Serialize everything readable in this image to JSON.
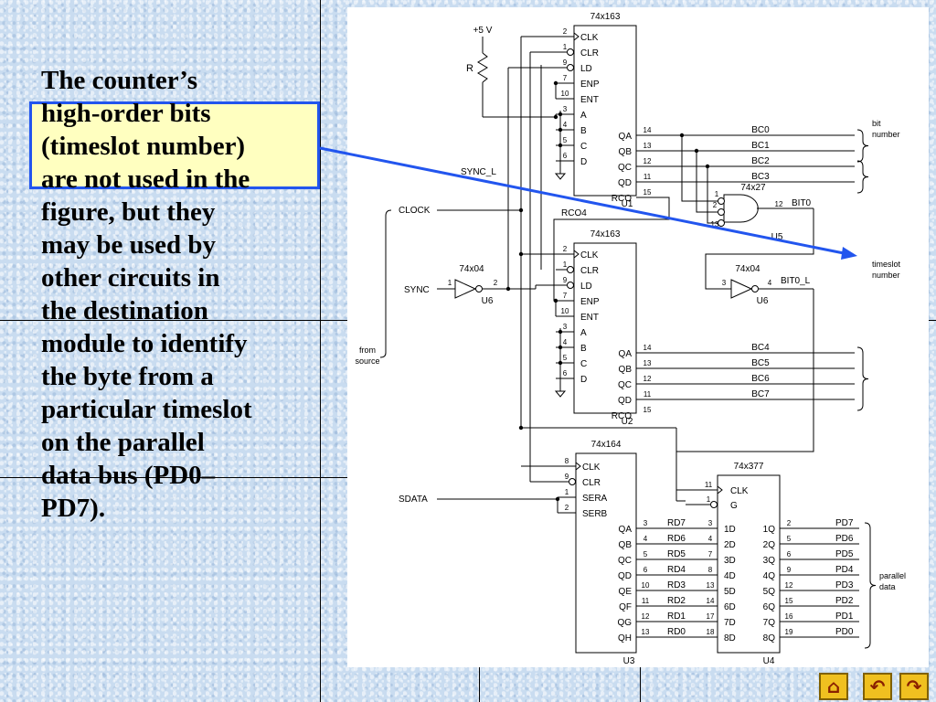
{
  "slide": {
    "text_lines": [
      "The counter’s",
      "high-order bits",
      "(timeslot number)",
      "are not used in the",
      "figure, but they",
      "may be used by",
      "other circuits in",
      "the destination",
      "module to identify",
      "the byte from a",
      "particular timeslot",
      "on the parallel",
      "data bus (PD0–",
      "PD7)."
    ]
  },
  "diagram": {
    "labels": {
      "vcc": "+5 V",
      "resistor": "R",
      "sync_l": "SYNC_L",
      "clock": "CLOCK",
      "sync": "SYNC",
      "sdata": "SDATA",
      "rco4": "RCO4",
      "bit0": "BIT0",
      "bit0_l": "BIT0_L",
      "from_source": [
        "from",
        "source"
      ],
      "bit_number": [
        "bit",
        "number"
      ],
      "timeslot_number": [
        "timeslot",
        "number"
      ],
      "parallel_data": [
        "parallel",
        "data"
      ]
    },
    "u1": {
      "part": "74x163",
      "ref": "U1",
      "inputs": [
        {
          "pin": "2",
          "name": "CLK"
        },
        {
          "pin": "1",
          "name": "CLR"
        },
        {
          "pin": "9",
          "name": "LD"
        },
        {
          "pin": "7",
          "name": "ENP"
        },
        {
          "pin": "10",
          "name": "ENT"
        },
        {
          "pin": "3",
          "name": "A"
        },
        {
          "pin": "4",
          "name": "B"
        },
        {
          "pin": "5",
          "name": "C"
        },
        {
          "pin": "6",
          "name": "D"
        }
      ],
      "outputs": [
        {
          "pin": "14",
          "name": "QA",
          "net": "BC0"
        },
        {
          "pin": "13",
          "name": "QB",
          "net": "BC1"
        },
        {
          "pin": "12",
          "name": "QC",
          "net": "BC2"
        },
        {
          "pin": "11",
          "name": "QD",
          "net": "BC3"
        },
        {
          "pin": "15",
          "name": "RCO",
          "net": ""
        }
      ]
    },
    "u2": {
      "part": "74x163",
      "ref": "U2",
      "inputs": [
        {
          "pin": "2",
          "name": "CLK"
        },
        {
          "pin": "1",
          "name": "CLR"
        },
        {
          "pin": "9",
          "name": "LD"
        },
        {
          "pin": "7",
          "name": "ENP"
        },
        {
          "pin": "10",
          "name": "ENT"
        },
        {
          "pin": "3",
          "name": "A"
        },
        {
          "pin": "4",
          "name": "B"
        },
        {
          "pin": "5",
          "name": "C"
        },
        {
          "pin": "6",
          "name": "D"
        }
      ],
      "outputs": [
        {
          "pin": "14",
          "name": "QA",
          "net": "BC4"
        },
        {
          "pin": "13",
          "name": "QB",
          "net": "BC5"
        },
        {
          "pin": "12",
          "name": "QC",
          "net": "BC6"
        },
        {
          "pin": "11",
          "name": "QD",
          "net": "BC7"
        },
        {
          "pin": "15",
          "name": "RCO",
          "net": ""
        }
      ]
    },
    "u3": {
      "part": "74x164",
      "ref": "U3",
      "inputs": [
        {
          "pin": "8",
          "name": "CLK"
        },
        {
          "pin": "9",
          "name": "CLR"
        },
        {
          "pin": "1",
          "name": "SERA"
        },
        {
          "pin": "2",
          "name": "SERB"
        }
      ],
      "outputs": [
        {
          "pin": "3",
          "name": "QA",
          "net": "RD7"
        },
        {
          "pin": "4",
          "name": "QB",
          "net": "RD6"
        },
        {
          "pin": "5",
          "name": "QC",
          "net": "RD5"
        },
        {
          "pin": "6",
          "name": "QD",
          "net": "RD4"
        },
        {
          "pin": "10",
          "name": "QE",
          "net": "RD3"
        },
        {
          "pin": "11",
          "name": "QF",
          "net": "RD2"
        },
        {
          "pin": "12",
          "name": "QG",
          "net": "RD1"
        },
        {
          "pin": "13",
          "name": "QH",
          "net": "RD0"
        }
      ]
    },
    "u4": {
      "part": "74x377",
      "ref": "U4",
      "ctrl": [
        {
          "pin": "11",
          "name": "CLK"
        },
        {
          "pin": "1",
          "name": "G"
        }
      ],
      "inputs": [
        {
          "pin": "3",
          "name": "1D"
        },
        {
          "pin": "4",
          "name": "2D"
        },
        {
          "pin": "7",
          "name": "3D"
        },
        {
          "pin": "8",
          "name": "4D"
        },
        {
          "pin": "13",
          "name": "5D"
        },
        {
          "pin": "14",
          "name": "6D"
        },
        {
          "pin": "17",
          "name": "7D"
        },
        {
          "pin": "18",
          "name": "8D"
        }
      ],
      "outputs": [
        {
          "pin": "2",
          "name": "1Q",
          "net": "PD7"
        },
        {
          "pin": "5",
          "name": "2Q",
          "net": "PD6"
        },
        {
          "pin": "6",
          "name": "3Q",
          "net": "PD5"
        },
        {
          "pin": "9",
          "name": "4Q",
          "net": "PD4"
        },
        {
          "pin": "12",
          "name": "5Q",
          "net": "PD3"
        },
        {
          "pin": "15",
          "name": "6Q",
          "net": "PD2"
        },
        {
          "pin": "16",
          "name": "7Q",
          "net": "PD1"
        },
        {
          "pin": "19",
          "name": "8Q",
          "net": "PD0"
        }
      ]
    },
    "u5": {
      "part": "74x27",
      "ref": "U5",
      "pins": [
        "1",
        "2",
        "13",
        "12"
      ]
    },
    "u6a": {
      "part": "74x04",
      "ref": "U6",
      "pins": [
        "1",
        "2"
      ]
    },
    "u6b": {
      "part": "74x04",
      "ref": "U6",
      "pins": [
        "3",
        "4"
      ]
    }
  },
  "nav": {
    "buttons": [
      {
        "name": "home-button",
        "icon": "home-icon",
        "glyph": "⌂"
      },
      {
        "name": "back-button",
        "icon": "return-icon",
        "glyph": "↶"
      },
      {
        "name": "forward-button",
        "icon": "loop-icon",
        "glyph": "↷"
      }
    ]
  }
}
